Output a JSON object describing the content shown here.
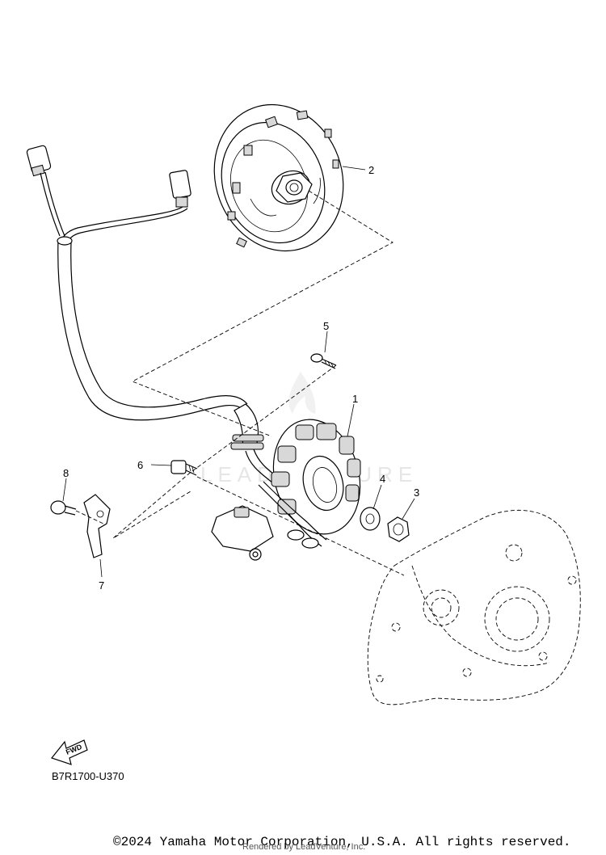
{
  "diagram": {
    "reference_code": "B7R1700-U370",
    "fwd_label": "FWD",
    "copyright": "©2024 Yamaha Motor Corporation, U.S.A. All rights reserved.",
    "rendered_by": "Rendered by LeadVenture, Inc.",
    "watermark": "LEADVENTURE",
    "callouts": [
      {
        "id": "callout-1",
        "label": "1"
      },
      {
        "id": "callout-2",
        "label": "2"
      },
      {
        "id": "callout-3",
        "label": "3"
      },
      {
        "id": "callout-4",
        "label": "4"
      },
      {
        "id": "callout-5",
        "label": "5"
      },
      {
        "id": "callout-6",
        "label": "6"
      },
      {
        "id": "callout-7",
        "label": "7"
      },
      {
        "id": "callout-8",
        "label": "8"
      }
    ]
  }
}
